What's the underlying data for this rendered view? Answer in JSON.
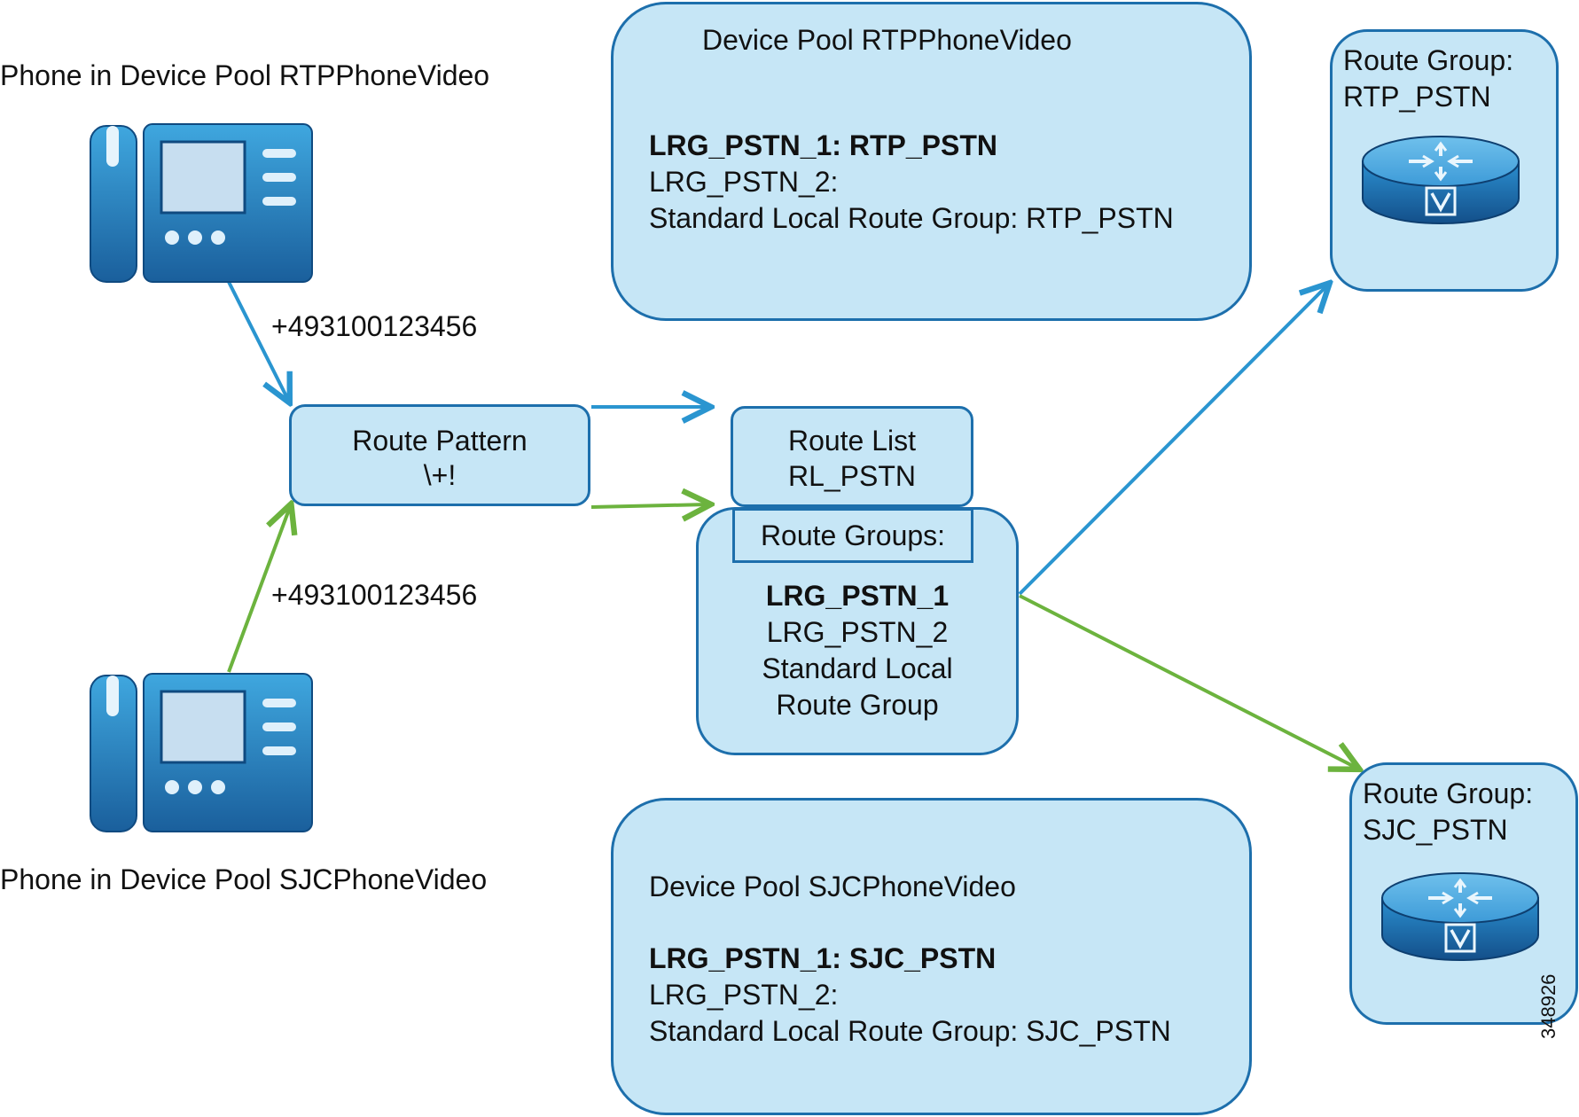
{
  "colors": {
    "box_fill": "#c6e6f6",
    "box_border": "#1d6fac",
    "blue_path": "#2a95d0",
    "green_path": "#6cb33e"
  },
  "phones": {
    "top": {
      "caption": "Phone in Device Pool RTPPhoneVideo",
      "dialed": "+493100123456",
      "icon": "ip-phone-icon"
    },
    "bottom": {
      "caption": "Phone in Device Pool SJCPhoneVideo",
      "dialed": "+493100123456",
      "icon": "ip-phone-icon"
    }
  },
  "route_pattern": {
    "title": "Route Pattern",
    "pattern": "\\+!"
  },
  "route_list": {
    "title": "Route List",
    "name": "RL_PSTN"
  },
  "route_groups": {
    "header": "Route Groups:",
    "items": [
      "LRG_PSTN_1",
      "LRG_PSTN_2",
      "Standard Local",
      "Route Group"
    ]
  },
  "device_pools": {
    "rtp": {
      "title": "Device Pool RTPPhoneVideo",
      "lines": [
        "LRG_PSTN_1: RTP_PSTN",
        "LRG_PSTN_2:",
        "Standard Local Route Group: RTP_PSTN"
      ]
    },
    "sjc": {
      "title": "Device Pool SJCPhoneVideo",
      "lines": [
        "LRG_PSTN_1: SJC_PSTN",
        "LRG_PSTN_2:",
        "Standard Local Route Group: SJC_PSTN"
      ]
    }
  },
  "route_group_targets": {
    "rtp": {
      "line1": "Route Group:",
      "line2": "RTP_PSTN",
      "icon": "voice-router-icon"
    },
    "sjc": {
      "line1": "Route Group:",
      "line2": "SJC_PSTN",
      "icon": "voice-router-icon"
    }
  },
  "figure_id": "348926"
}
